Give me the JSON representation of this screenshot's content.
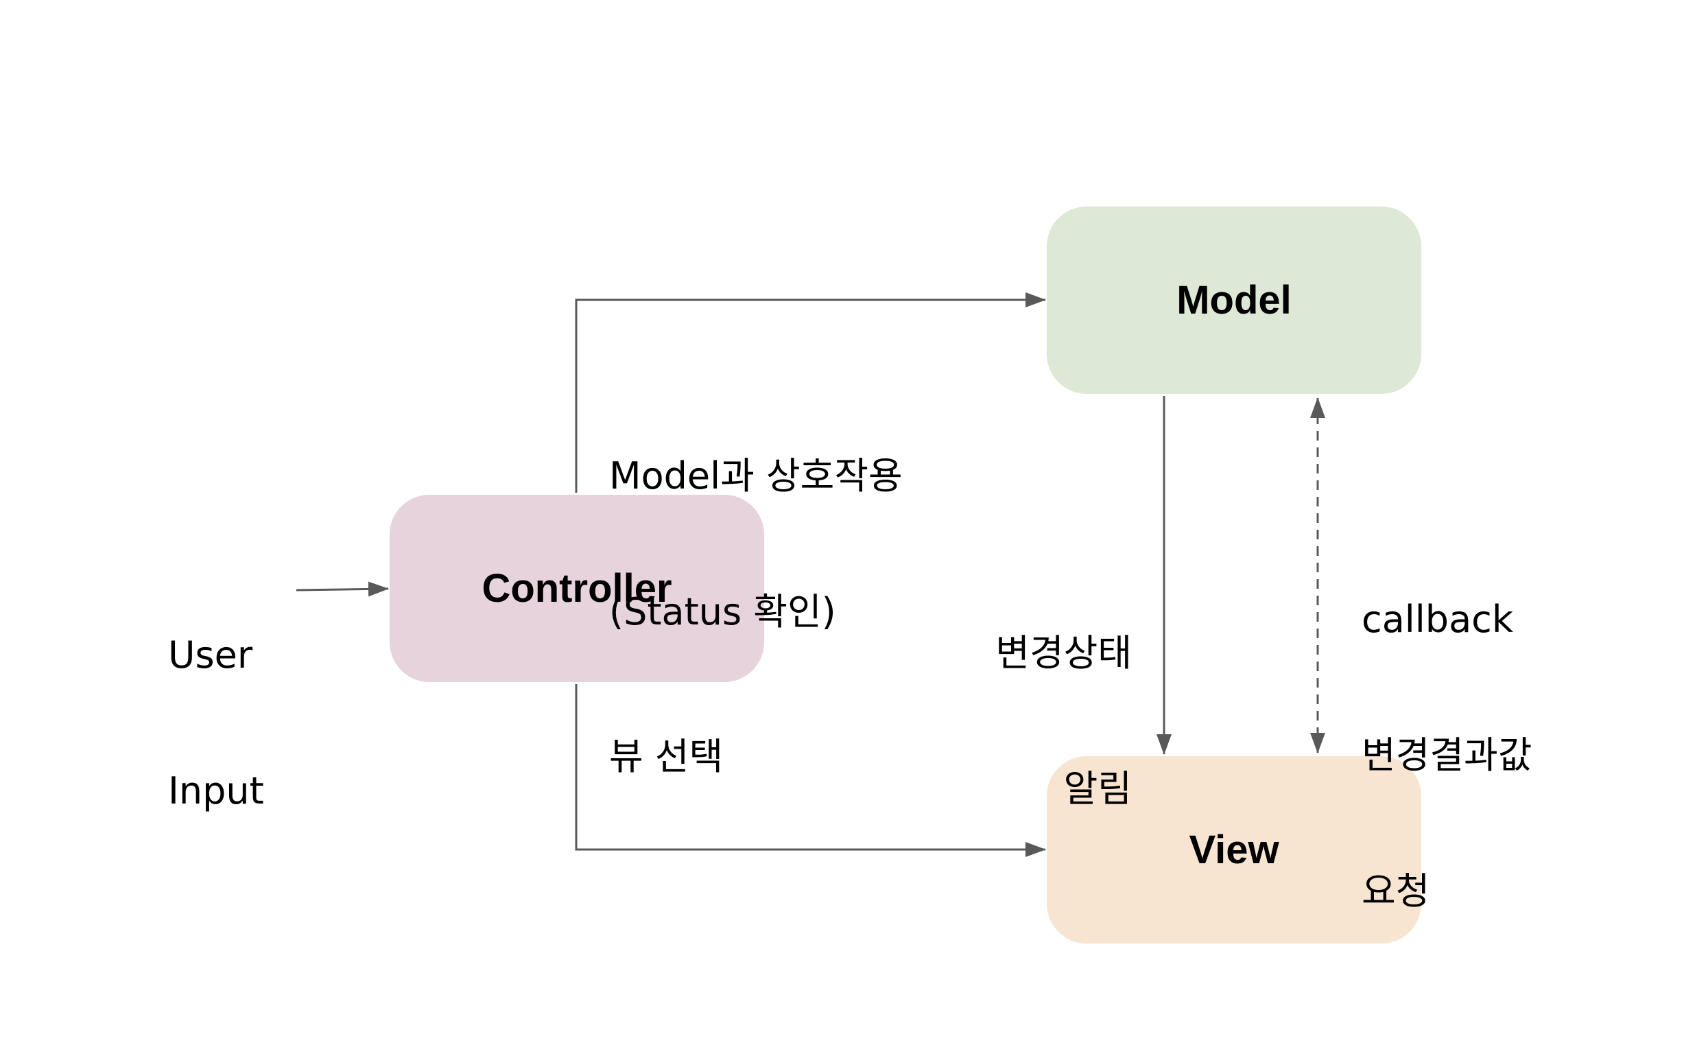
{
  "nodes": {
    "controller": {
      "label": "Controller",
      "color": "#e6d3dc"
    },
    "model": {
      "label": "Model",
      "color": "#dde9d6"
    },
    "view": {
      "label": "View",
      "color": "#f8e5d1"
    }
  },
  "labels": {
    "user_input": {
      "line1": "User",
      "line2": "Input"
    },
    "model_interaction": {
      "line1": "Model과 상호작용",
      "line2": "(Status 확인)"
    },
    "view_select": "뷰 선택",
    "state_change": {
      "line1": "변경상태",
      "line2": "알림"
    },
    "callback": {
      "line1": "callback",
      "line2": "변경결과값",
      "line3": "요청"
    }
  },
  "edges": [
    {
      "from": "user_input",
      "to": "controller",
      "style": "solid"
    },
    {
      "from": "controller",
      "to": "model",
      "style": "solid",
      "label": "model_interaction"
    },
    {
      "from": "controller",
      "to": "view",
      "style": "solid",
      "label": "view_select"
    },
    {
      "from": "model",
      "to": "view",
      "style": "solid",
      "label": "state_change"
    },
    {
      "from": "view",
      "to": "model",
      "style": "dashed",
      "bidirectional": true,
      "label": "callback"
    }
  ],
  "colors": {
    "arrow": "#595959",
    "text": "#000000"
  }
}
